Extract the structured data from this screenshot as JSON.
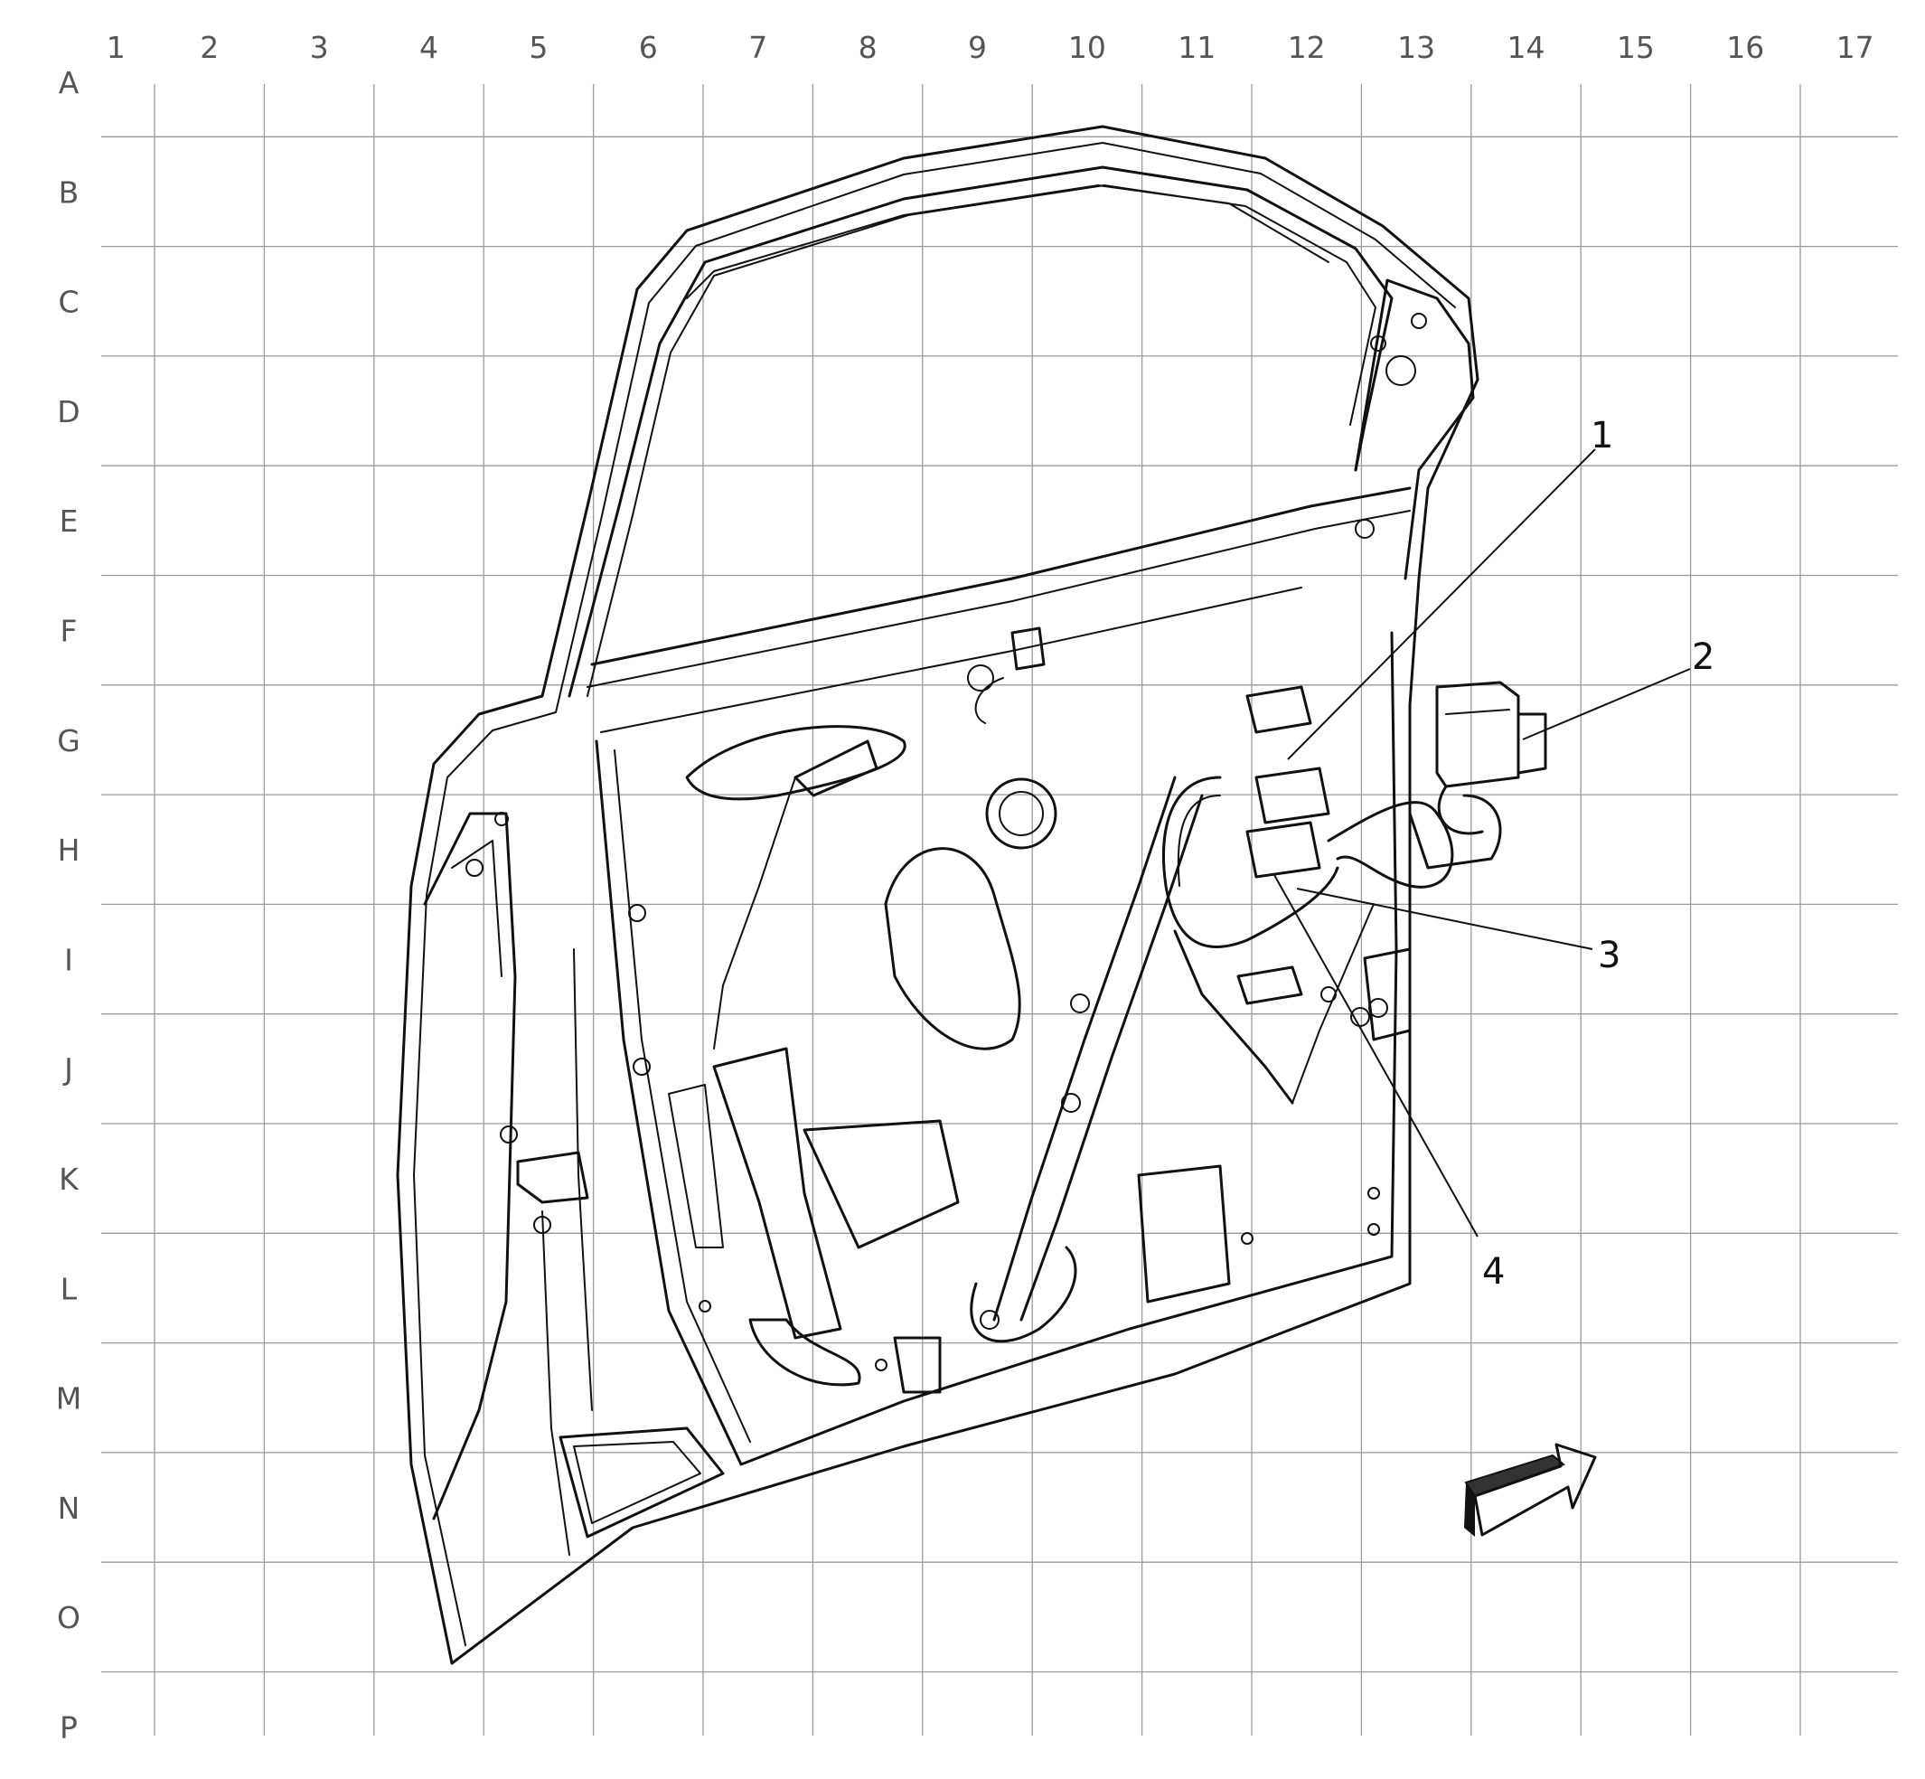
{
  "grid": {
    "columns": [
      "1",
      "2",
      "3",
      "4",
      "5",
      "6",
      "7",
      "8",
      "9",
      "10",
      "11",
      "12",
      "13",
      "14",
      "15",
      "16",
      "17"
    ],
    "rows": [
      "A",
      "B",
      "C",
      "D",
      "E",
      "F",
      "G",
      "H",
      "I",
      "J",
      "K",
      "L",
      "M",
      "N",
      "O",
      "P"
    ]
  },
  "callouts": [
    {
      "label": "1"
    },
    {
      "label": "2"
    },
    {
      "label": "3"
    },
    {
      "label": "4"
    }
  ],
  "colors": {
    "line": "#111111",
    "grid": "#9a9a9a",
    "label": "#555555"
  },
  "icons": {
    "direction": "forward-arrow-icon"
  }
}
